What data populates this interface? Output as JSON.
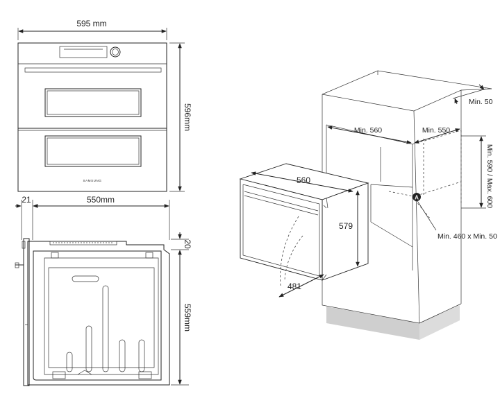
{
  "front_view": {
    "width_label": "595 mm",
    "height_label": "596mm",
    "brand_text": "SAMSUNG"
  },
  "side_view": {
    "offset_label": "21",
    "depth_label": "550mm",
    "top_gap_label": "20",
    "height_label": "559mm"
  },
  "installation_view": {
    "oven_width_label": "560",
    "oven_height_label": "579",
    "door_swing_label": "481",
    "niche_width_label": "Min. 560",
    "niche_depth_label": "Min. 550",
    "top_clearance_label": "Min. 50",
    "niche_height_label": "Min. 590 / Max. 600",
    "vent_opening_label": "Min. 460 x Min. 50",
    "marker_label": "A"
  }
}
